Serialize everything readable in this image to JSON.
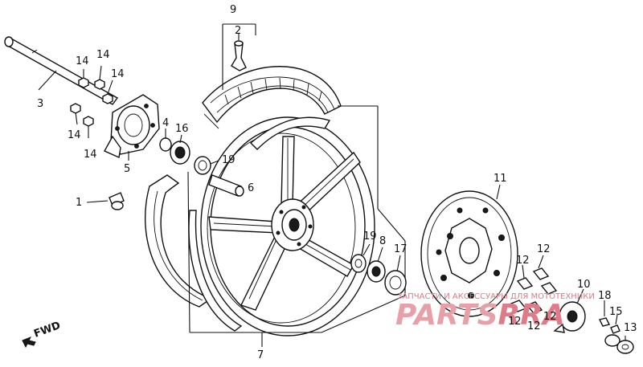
{
  "labels": [
    "9",
    "2",
    "14",
    "14",
    "14",
    "3",
    "14",
    "14",
    "4",
    "16",
    "19",
    "6",
    "5",
    "1",
    "19",
    "8",
    "17",
    "11",
    "12",
    "12",
    "10",
    "18",
    "15",
    "12",
    "12",
    "12",
    "13",
    "7"
  ],
  "fwd_text": "FWD",
  "watermark": {
    "caption": "ЗАПЧАСТИ И АКСЕССУАРЫ ДЛЯ МОТОТЕХНИКИ",
    "brand": "PARTS",
    "brand_tail": "RRA",
    "color": "#e8a0a8"
  }
}
